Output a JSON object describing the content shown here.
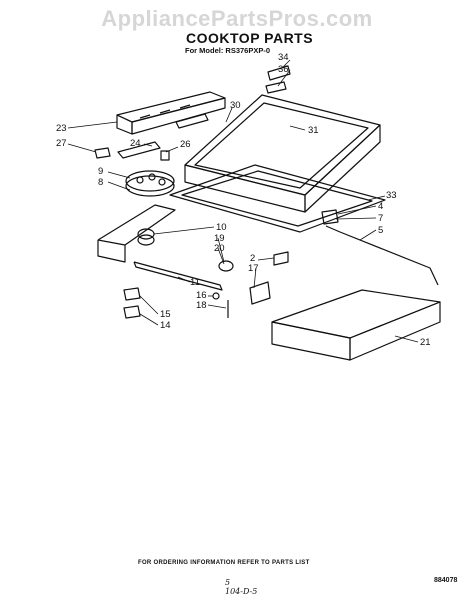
{
  "watermark": "AppliancePartsPros.com",
  "title": "COOKTOP PARTS",
  "model_line": "For Model: RS376PXP-0",
  "footer_note": "FOR ORDERING INFORMATION REFER TO PARTS LIST",
  "page_ref": "884078",
  "handwritten": "5\n104-D-5",
  "callouts": {
    "c34": "34",
    "c36": "36",
    "c30": "30",
    "c31": "31",
    "c23": "23",
    "c27": "27",
    "c24": "24",
    "c26": "26",
    "c9": "9",
    "c8": "8",
    "c33": "33",
    "c4": "4",
    "c7": "7",
    "c5": "5",
    "c10": "10",
    "c19": "19",
    "c20": "20",
    "c2": "2",
    "c17": "17",
    "c11": "11",
    "c16": "16",
    "c18": "18",
    "c15": "15",
    "c14": "14",
    "c21": "21"
  }
}
